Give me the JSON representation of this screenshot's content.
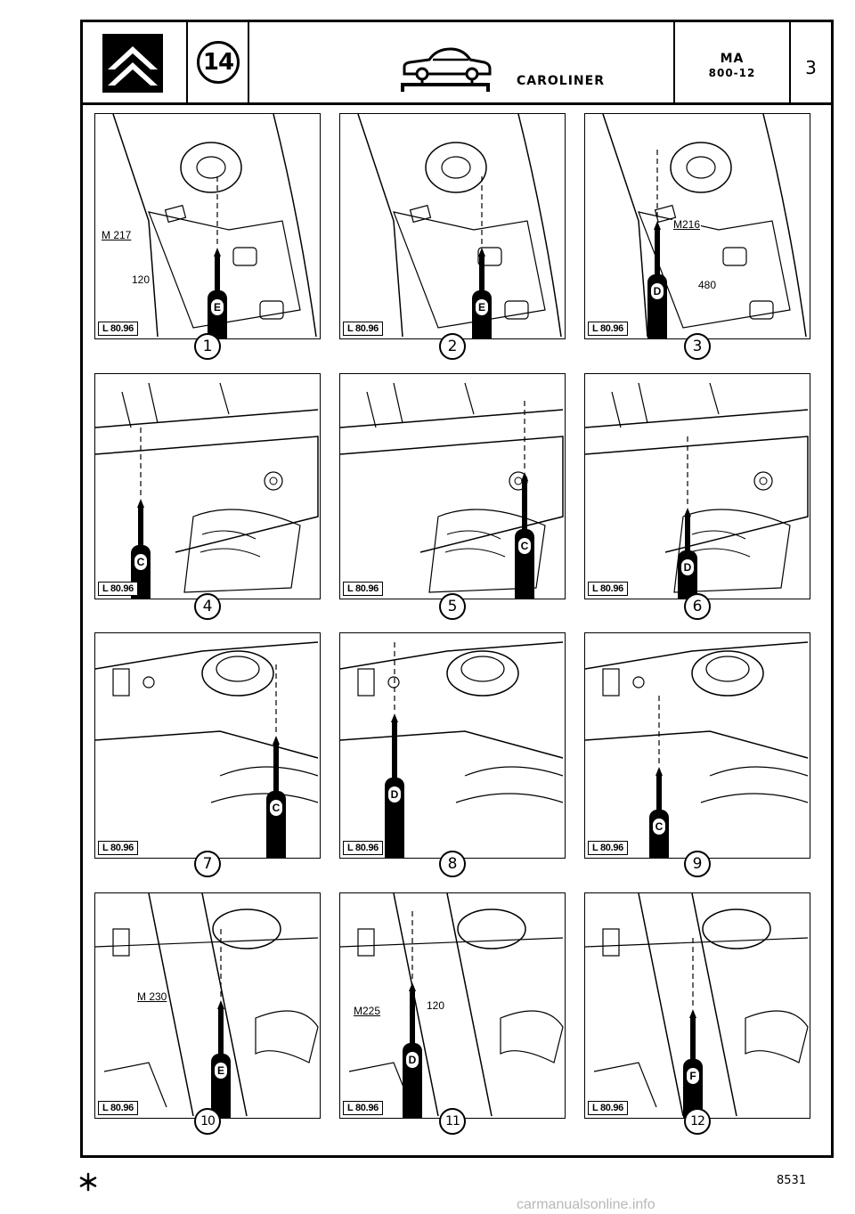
{
  "header": {
    "section_number": "14",
    "title": "CAROLINER",
    "ref_line1": "MA",
    "ref_line2": "800-12",
    "page": "3"
  },
  "panels": [
    {
      "step": "1",
      "ref": "L 80.96",
      "tool_letter": "E",
      "annotations": [
        "M 217",
        "120"
      ]
    },
    {
      "step": "2",
      "ref": "L 80.96",
      "tool_letter": "E",
      "annotations": []
    },
    {
      "step": "3",
      "ref": "L 80.96",
      "tool_letter": "D",
      "annotations": [
        "M216",
        "480"
      ]
    },
    {
      "step": "4",
      "ref": "L 80.96",
      "tool_letter": "C",
      "annotations": []
    },
    {
      "step": "5",
      "ref": "L 80.96",
      "tool_letter": "C",
      "annotations": []
    },
    {
      "step": "6",
      "ref": "L 80.96",
      "tool_letter": "D",
      "annotations": []
    },
    {
      "step": "7",
      "ref": "L 80.96",
      "tool_letter": "C",
      "annotations": []
    },
    {
      "step": "8",
      "ref": "L 80.96",
      "tool_letter": "D",
      "annotations": []
    },
    {
      "step": "9",
      "ref": "L 80.96",
      "tool_letter": "C",
      "annotations": []
    },
    {
      "step": "10",
      "ref": "L 80.96",
      "tool_letter": "E",
      "annotations": [
        "M 230"
      ]
    },
    {
      "step": "11",
      "ref": "L 80.96",
      "tool_letter": "D",
      "annotations": [
        "M225",
        "120"
      ]
    },
    {
      "step": "12",
      "ref": "L 80.96",
      "tool_letter": "F",
      "annotations": []
    }
  ],
  "footer": {
    "doc_code": "8531",
    "watermark": "carmanualsonline.info"
  },
  "icons": [
    "citroen-chevron-logo",
    "car-on-lift-icon",
    "asterisk-icon"
  ]
}
